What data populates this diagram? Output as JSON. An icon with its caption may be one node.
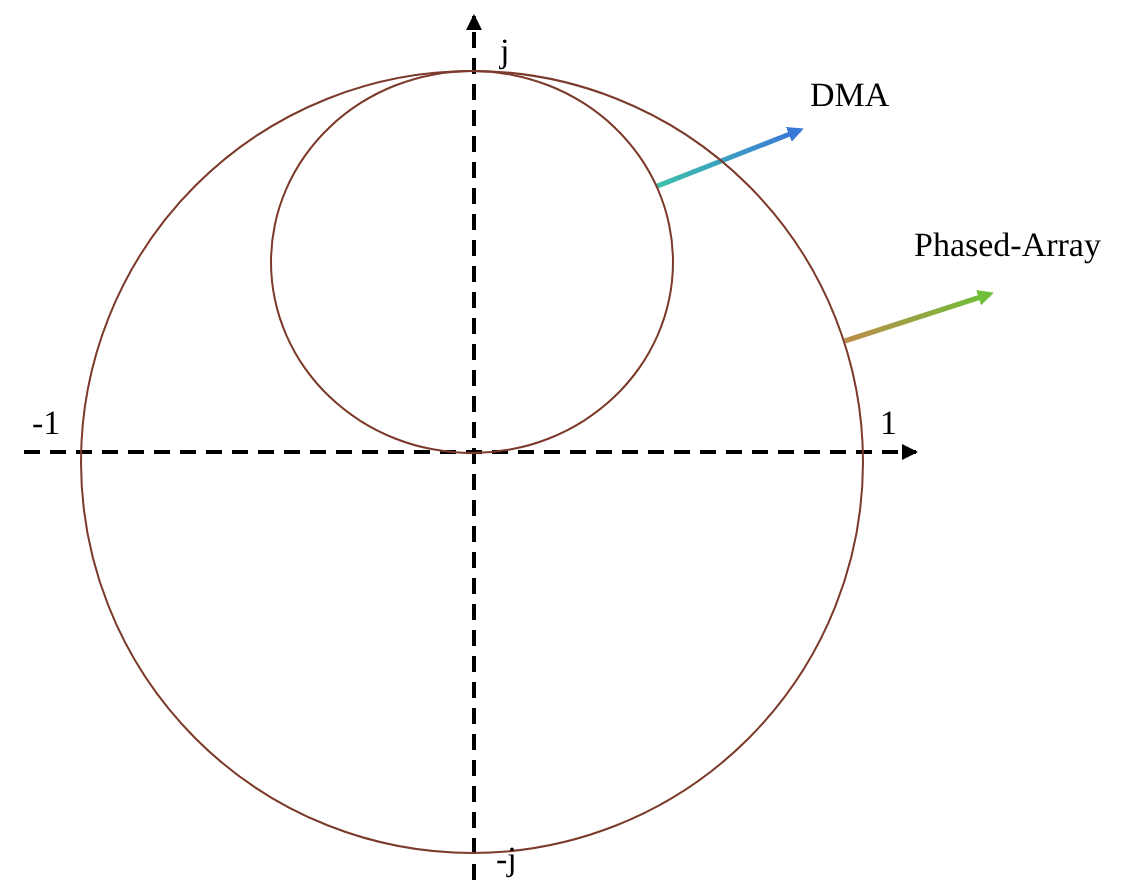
{
  "diagram": {
    "nodes": [
      {
        "text": [],
        "shape": "circle"
      },
      {
        "text": [],
        "shape": "circle",
        "in": 0
      },
      {
        "text": [
          "DMA"
        ]
      },
      {
        "text": [
          "Phased-Array"
        ]
      }
    ],
    "edges": [
      {
        "from": 1,
        "to": 2,
        "arrow": "to"
      },
      {
        "from": 0,
        "to": 3,
        "arrow": "to"
      }
    ],
    "labels": [
      "j",
      "-1",
      "1",
      "-j"
    ]
  }
}
